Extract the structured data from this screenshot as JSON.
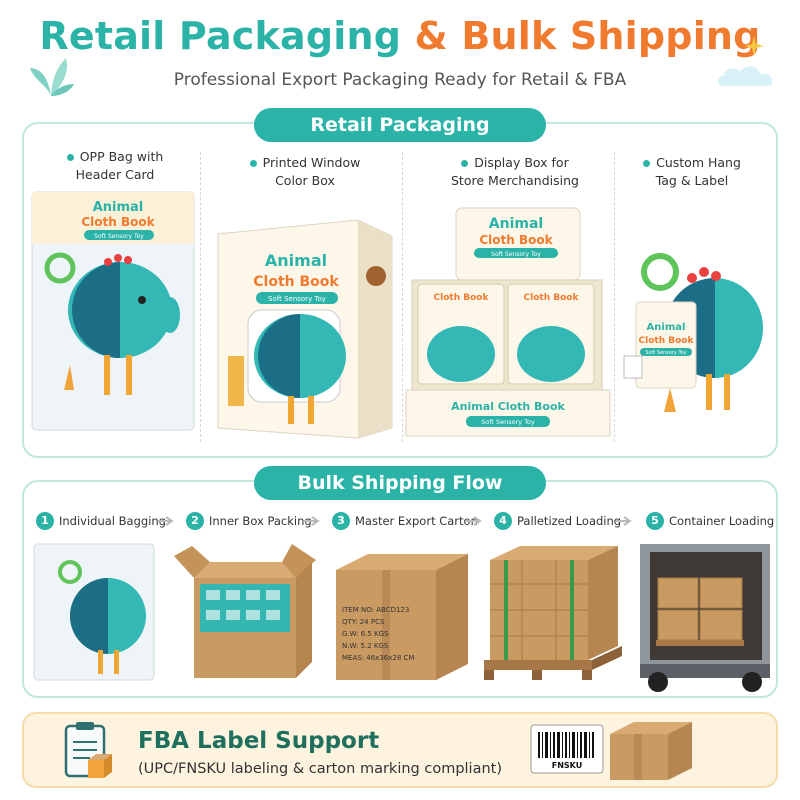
{
  "header": {
    "title_part1": "Retail Packaging",
    "title_part2": "& Bulk Shipping",
    "subtitle": "Professional Export Packaging Ready for Retail & FBA"
  },
  "retail": {
    "pill": "Retail Packaging",
    "columns": [
      {
        "line1": "OPP Bag with",
        "line2": "Header Card"
      },
      {
        "line1": "Printed Window",
        "line2": "Color Box"
      },
      {
        "line1": "Display Box for",
        "line2": "Store Merchandising"
      },
      {
        "line1": "Custom Hang",
        "line2": "Tag & Label"
      }
    ],
    "product": {
      "name_line1": "Animal",
      "name_line2": "Cloth Book",
      "name_full": "Animal Cloth Book",
      "tagline": "Soft Sensory Toy"
    }
  },
  "bulk": {
    "pill": "Bulk Shipping Flow",
    "steps": [
      {
        "num": "1",
        "label": "Individual Bagging"
      },
      {
        "num": "2",
        "label": "Inner Box Packing"
      },
      {
        "num": "3",
        "label": "Master Export Carton"
      },
      {
        "num": "4",
        "label": "Palletized Loading"
      },
      {
        "num": "5",
        "label": "Container Loading"
      }
    ],
    "carton_marks": {
      "item": "ITEM NO: ABCD123",
      "qty": "QTY:  24  PCS",
      "gw": "G.W:  6.5  KGS",
      "nw": "N.W:  5.2  KGS",
      "meas": "MEAS: 46x36x28 CM"
    }
  },
  "fba": {
    "title": "FBA Label Support",
    "subtitle": "(UPC/FNSKU labeling & carton marking compliant)",
    "barcode_label": "FNSKU"
  },
  "colors": {
    "teal": "#2bb3a8",
    "orange": "#f07a2e",
    "dark_teal": "#1f6f5f",
    "panel_border": "#bfe6df",
    "fba_bg": "#fdf3df",
    "kraft": "#c99a62"
  },
  "icons": [
    "leaf-icon",
    "sparkle-icon",
    "cloud-icon",
    "clipboard-icon",
    "arrow-right-icon",
    "barcode-icon"
  ]
}
